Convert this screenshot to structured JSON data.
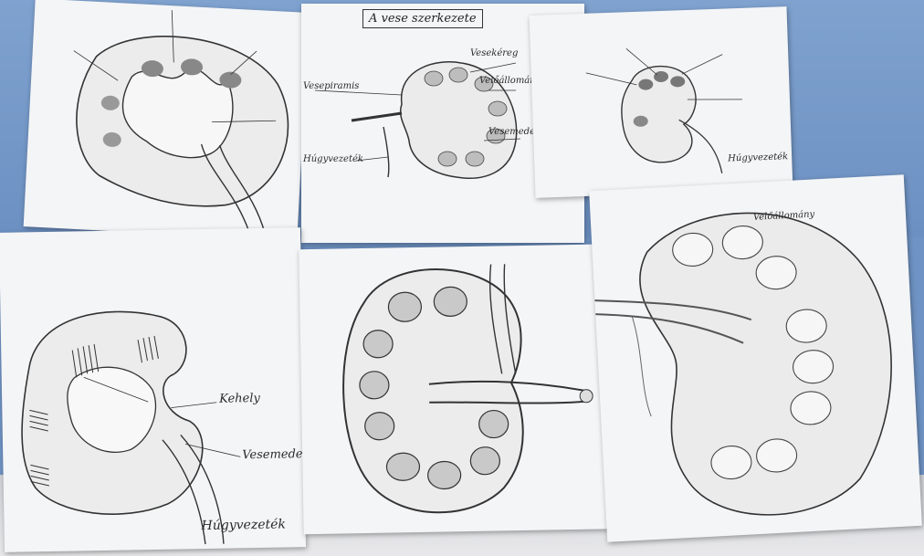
{
  "scene": {
    "description_colors": {
      "backdrop": "#6f93c4",
      "paper": "#f4f5f7",
      "pencil": "#3a3a3a"
    }
  },
  "sheets": {
    "center_top": {
      "title": "A vese szerkezete",
      "labels": {
        "kereg": "Vesekéreg",
        "piramis": "Vesepiramis",
        "velo": "Velőállomány",
        "medence": "Vesemedence",
        "hugyvezetek": "Húgyvezeték"
      }
    },
    "top_right": {
      "labels": {
        "hugyvezetek": "Húgyvezeték"
      }
    },
    "bottom_left": {
      "labels": {
        "kehely": "Kehely",
        "medence": "Vesemedence",
        "hugyvezetek": "Húgyvezeték"
      }
    },
    "bottom_right": {
      "labels": {
        "velo": "Velőállomány"
      }
    }
  }
}
